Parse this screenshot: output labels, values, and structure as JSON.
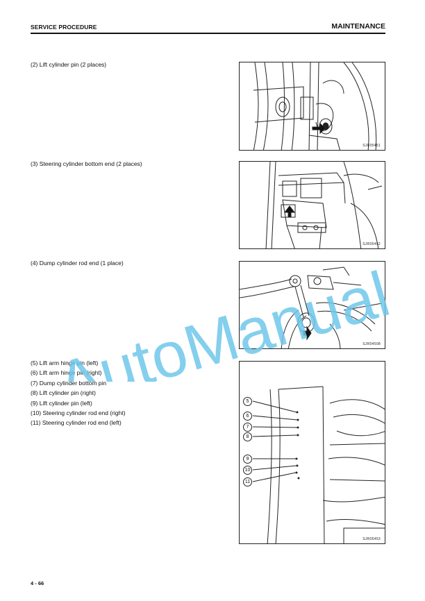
{
  "header": {
    "section": "SERVICE PROCEDURE",
    "chapter": "MAINTENANCE"
  },
  "captions": [
    "(2) Lift cylinder pin (2 places)",
    "(3) Steering cylinder bottom end (2 places)",
    "(4) Dump cylinder rod end (1 place)"
  ],
  "list_items": [
    "(5) Lift arm hinge pin (left)",
    "(6) Lift arm hinge pin (right)",
    "(7) Dump cylinder bottom pin",
    "(8) Lift cylinder pin (right)",
    "(9) Lift cylinder pin (left)",
    "(10) Steering cylinder rod end (right)",
    "(11) Steering cylinder rod end (left)"
  ],
  "figures": [
    {
      "code": "SJR05451"
    },
    {
      "code": "SJR05452"
    },
    {
      "code": "SJR04508"
    },
    {
      "code": "SJR05453",
      "callouts": [
        "5",
        "6",
        "7",
        "8",
        "9",
        "10",
        "11"
      ]
    }
  ],
  "footer": {
    "page_number": "4 - 66"
  },
  "watermark": {
    "text": "AutoManual",
    "color": "#6fc7ea"
  }
}
